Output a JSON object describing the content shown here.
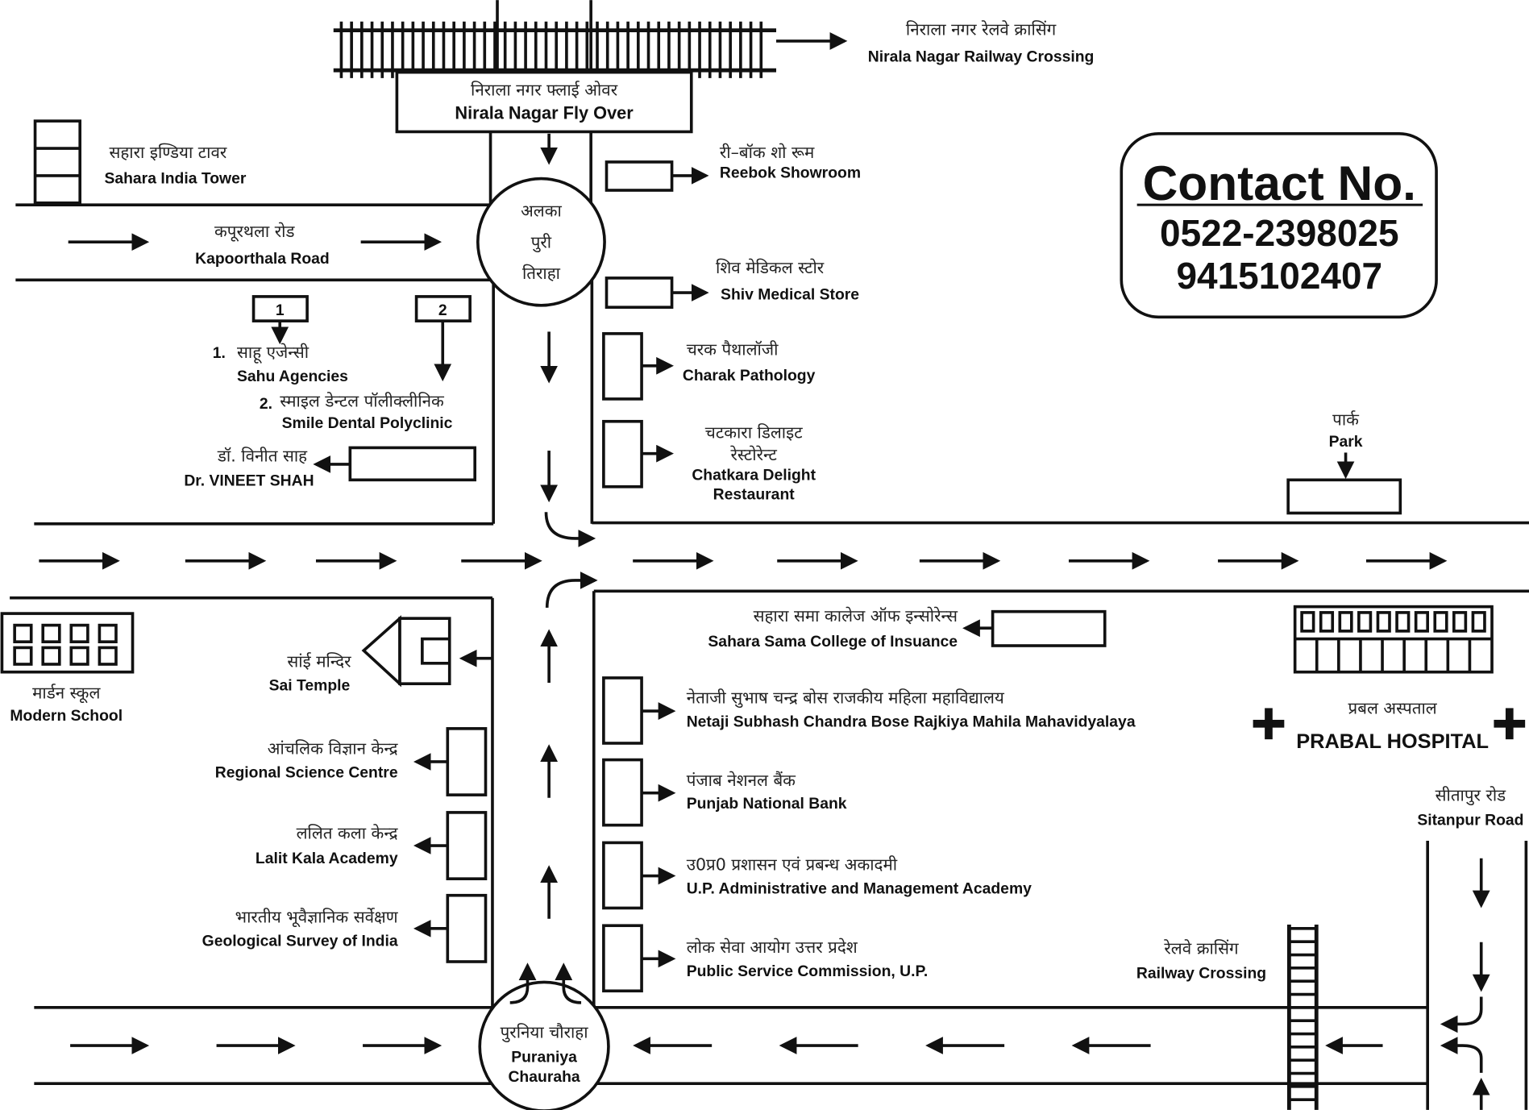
{
  "map": {
    "landmarks": {
      "nirala_crossing": {
        "hi": "निराला नगर रेलवे क्रासिंग",
        "en": "Nirala Nagar Railway Crossing"
      },
      "flyover": {
        "hi": "निराला नगर फ्लाई ओवर",
        "en": "Nirala Nagar Fly Over"
      },
      "sahara_tower": {
        "hi": "सहारा इण्डिया टावर",
        "en": "Sahara India Tower"
      },
      "kapoorthala_road": {
        "hi": "कपूरथला रोड",
        "en": "Kapoorthala Road"
      },
      "alkapuri": {
        "line1": "अलका",
        "line2": "पुरी",
        "line3": "तिराहा"
      },
      "box1": "1",
      "box2": "2",
      "sahu": {
        "num": "1.",
        "hi": "साहू एजेन्सी",
        "en": "Sahu Agencies"
      },
      "smile": {
        "num": "2.",
        "hi": "स्माइल डेन्टल पॉलीक्लीनिक",
        "en": "Smile Dental Polyclinic"
      },
      "vineet": {
        "hi": "डॉ. विनीत साह",
        "en": "Dr. VINEET SHAH"
      },
      "reebok": {
        "hi": "री–बॉक शो रूम",
        "en": "Reebok Showroom"
      },
      "shiv": {
        "hi": "शिव मेडिकल स्टोर",
        "en": "Shiv Medical Store"
      },
      "charak": {
        "hi": "चरक पैथालॉजी",
        "en": "Charak Pathology"
      },
      "chatkara": {
        "hi1": "चटकारा डिलाइट",
        "hi2": "रेस्टोरेन्ट",
        "en1": "Chatkara Delight",
        "en2": "Restaurant"
      },
      "park": {
        "hi": "पार्क",
        "en": "Park"
      },
      "modern_school": {
        "hi": "मार्डन स्कूल",
        "en": "Modern School"
      },
      "sai_temple": {
        "hi": "सांई मन्दिर",
        "en": "Sai Temple"
      },
      "science_centre": {
        "hi": "आंचलिक विज्ञान केन्द्र",
        "en": "Regional Science Centre"
      },
      "lalit_kala": {
        "hi": "ललित कला केन्द्र",
        "en": "Lalit Kala Academy"
      },
      "geological": {
        "hi": "भारतीय भूवैज्ञानिक सर्वेक्षण",
        "en": "Geological Survey of India"
      },
      "sahara_sama": {
        "hi": "सहारा समा कालेज ऑफ इन्सोरेन्स",
        "en": "Sahara Sama College of Insuance"
      },
      "netaji": {
        "hi": "नेताजी सुभाष चन्द्र बोस राजकीय महिला महाविद्यालय",
        "en": "Netaji Subhash Chandra Bose Rajkiya Mahila Mahavidyalaya"
      },
      "pnb": {
        "hi": "पंजाब नेशनल बैंक",
        "en": "Punjab National Bank"
      },
      "up_academy": {
        "hi": "उ0प्र0 प्रशासन एवं प्रबन्ध अकादमी",
        "en": "U.P. Administrative and Management Academy"
      },
      "psc": {
        "hi": "लोक सेवा आयोग उत्तर प्रदेश",
        "en": "Public Service Commission, U.P."
      },
      "hospital": {
        "hi": "प्रबल अस्पताल",
        "en": "PRABAL HOSPITAL"
      },
      "sitapur_road": {
        "hi": "सीतापुर रोड",
        "en": "Sitanpur Road"
      },
      "railway_crossing": {
        "hi": "रेलवे क्रासिंग",
        "en": "Railway Crossing"
      },
      "puraniya": {
        "hi": "पुरनिया चौराहा",
        "en1": "Puraniya",
        "en2": "Chauraha"
      }
    },
    "contact": {
      "title": "Contact No.",
      "phone1": "0522-2398025",
      "phone2": "9415102407"
    }
  }
}
